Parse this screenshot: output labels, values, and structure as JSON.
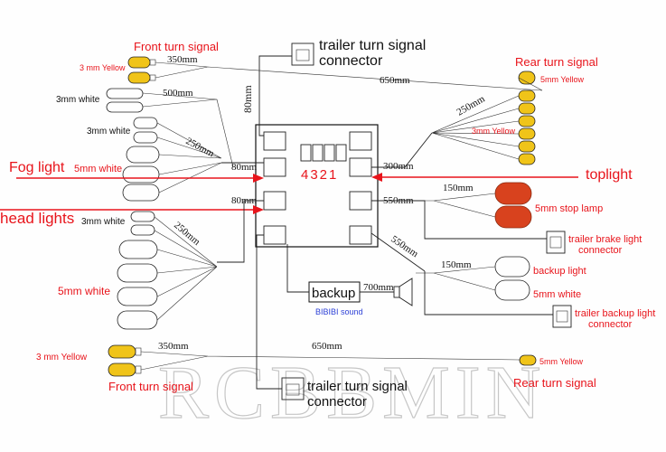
{
  "labels": {
    "front_turn_top": "Front turn signal",
    "front_turn_bottom": "Front turn signal",
    "trailer_turn_top_1": "trailer turn signal",
    "trailer_turn_top_2": "connector",
    "trailer_turn_bottom_1": "trailer turn signal",
    "trailer_turn_bottom_2": "connector",
    "rear_turn_top": "Rear turn signal",
    "rear_turn_bottom": "Rear turn signal",
    "yellow_3mm_top": "3 mm Yellow",
    "yellow_3mm_bottom": "3 mm Yellow",
    "yellow_5mm_top": "5mm Yellow",
    "yellow_5mm_bottom": "5mm Yellow",
    "yellow_3mm_right": "3mm Yellow",
    "white_3mm_a": "3mm white",
    "white_3mm_b": "3mm white",
    "white_3mm_c": "3mm white",
    "white_5mm_a": "5mm white",
    "white_5mm_b": "5mm white",
    "white_5mm_c": "5mm white",
    "fog_light": "Fog light",
    "head_lights": "head lights",
    "toplight": "toplight",
    "stop_lamp": "5mm stop lamp",
    "trailer_brake_1": "trailer brake light",
    "trailer_brake_2": "connector",
    "backup_light": "backup light",
    "trailer_backup_1": "trailer backup light",
    "trailer_backup_2": "connector",
    "backup": "backup",
    "bibibi": "BIBIBI sound",
    "digits": "4321",
    "watermark": "RCBBMIN"
  },
  "lengths": {
    "l350_top": "350mm",
    "l500": "500mm",
    "l250_top": "250mm",
    "l80_top": "80mm",
    "l650_top": "650mm",
    "l80_fog": "80mm",
    "l80_head": "80mm",
    "l250_right": "250mm",
    "l300": "300mm",
    "l150_stop": "150mm",
    "l550_a": "550mm",
    "l250_low": "250mm",
    "l550_b": "550mm",
    "l150_backup": "150mm",
    "l700": "700mm",
    "l350_bottom": "350mm",
    "l650_bottom": "650mm"
  },
  "colors": {
    "label_red": "#e8141b",
    "led_yellow": "#f0c419",
    "stop_red": "#d8421e",
    "sound_blue": "#2b3fd6"
  }
}
